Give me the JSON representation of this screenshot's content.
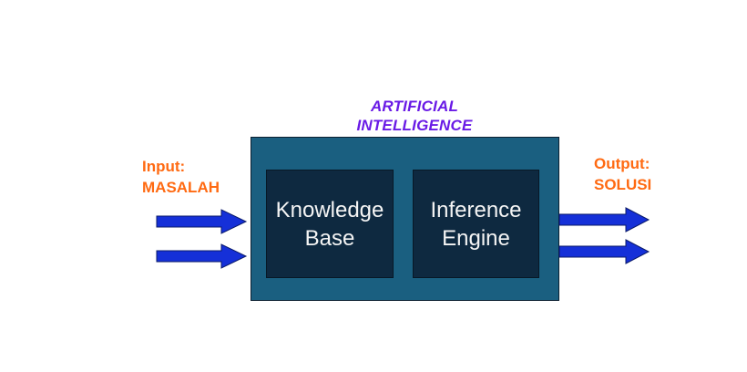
{
  "diagram": {
    "title_lines": [
      "ARTIFICIAL",
      "INTELLIGENCE"
    ],
    "input": {
      "label_lines": [
        "Input:",
        "MASALAH"
      ]
    },
    "output": {
      "label_lines": [
        "Output:",
        "SOLUSI"
      ]
    },
    "components": [
      {
        "lines": [
          "Knowledge",
          "Base"
        ]
      },
      {
        "lines": [
          "Inference",
          "Engine"
        ]
      }
    ],
    "arrows": {
      "input_count": 2,
      "output_count": 2
    }
  },
  "colors": {
    "title": "#6a1be6",
    "io_label": "#ff6a12",
    "ai_box": "#1a5f80",
    "component_box": "#0e2940",
    "arrow_fill": "#1530d8",
    "arrow_stroke": "#0a1a6a"
  }
}
